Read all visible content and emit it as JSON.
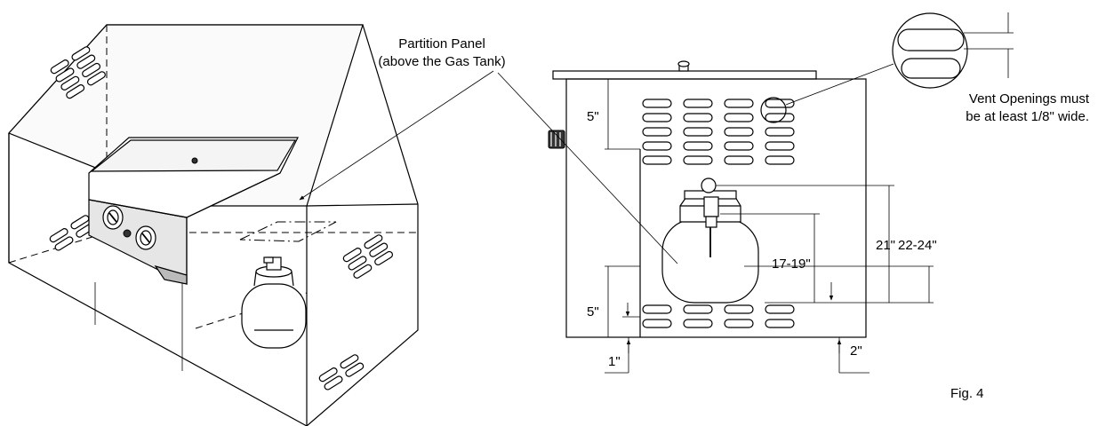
{
  "labels": {
    "partition_line1": "Partition Panel",
    "partition_line2": "(above the Gas Tank)",
    "vent_line1": "Vent Openings must",
    "vent_line2": "be at least 1/8\" wide.",
    "dim_top": "5\"",
    "dim_bottom": "5\"",
    "dim_tank_valve": "17-19\"",
    "dim_to_tank_top": "21\"",
    "dim_to_partition": "22-24\"",
    "dim_left_gap": "1\"",
    "dim_right_gap": "2\"",
    "figure": "Fig. 4"
  }
}
